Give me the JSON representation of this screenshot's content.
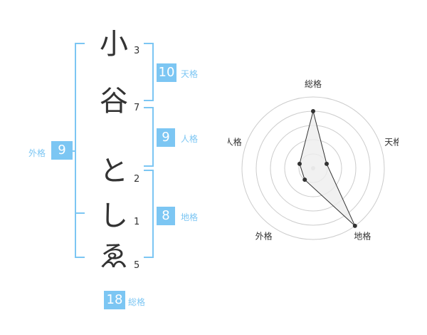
{
  "name": {
    "chars": [
      {
        "char": "小",
        "strokes": "3"
      },
      {
        "char": "谷",
        "strokes": "7"
      },
      {
        "char": "と",
        "strokes": "2"
      },
      {
        "char": "し",
        "strokes": "1"
      },
      {
        "char": "ゑ",
        "strokes": "5"
      }
    ]
  },
  "grades": {
    "tenkaku": {
      "value": "10",
      "label": "天格"
    },
    "jinkaku": {
      "value": "9",
      "label": "人格"
    },
    "chikaku": {
      "value": "8",
      "label": "地格"
    },
    "gaikaku": {
      "value": "9",
      "label": "外格"
    },
    "soukaku": {
      "value": "18",
      "label": "総格"
    }
  },
  "colors": {
    "accent": "#7cc6f3",
    "text": "#333333"
  },
  "chart_data": {
    "type": "radar",
    "axes": [
      "総格",
      "天格",
      "地格",
      "外格",
      "人格"
    ],
    "values": [
      4,
      1,
      5,
      1,
      1
    ],
    "range": [
      0,
      5
    ],
    "rings": 5
  }
}
